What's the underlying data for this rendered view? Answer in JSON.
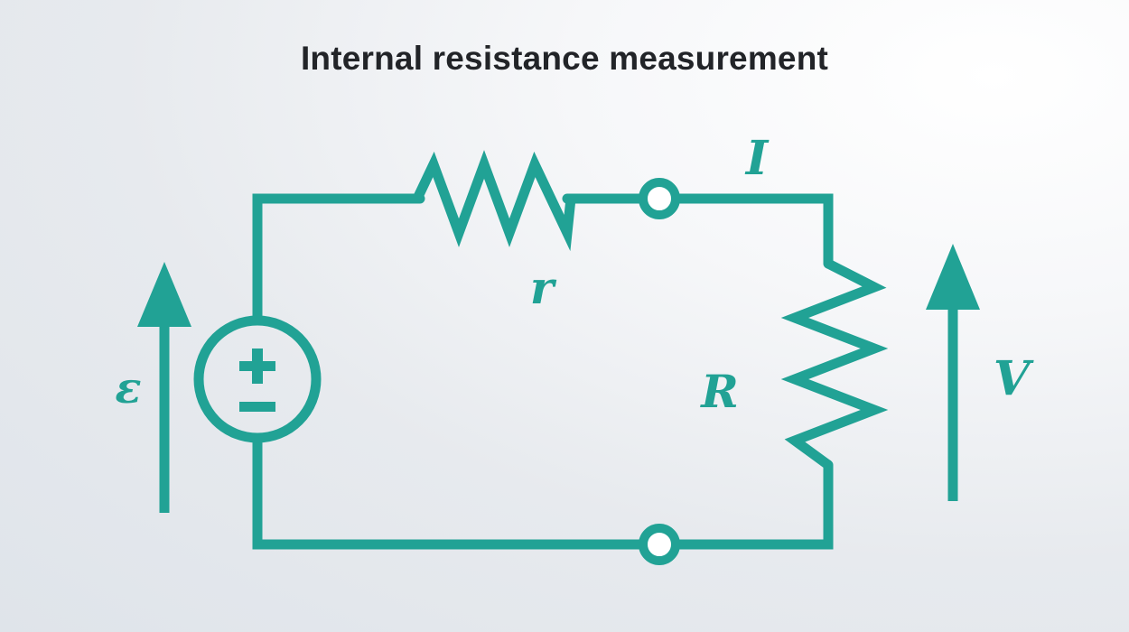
{
  "title": "Internal resistance measurement",
  "labels": {
    "emf": "ε",
    "internal_resistance": "r",
    "current": "I",
    "load_resistance": "R",
    "voltage": "V"
  },
  "colors": {
    "accent": "#21a295",
    "title": "#222428",
    "background": "#e7eaee"
  },
  "icons": {
    "source": "dc-voltage-source-icon",
    "plus": "plus-icon",
    "minus": "minus-icon"
  }
}
